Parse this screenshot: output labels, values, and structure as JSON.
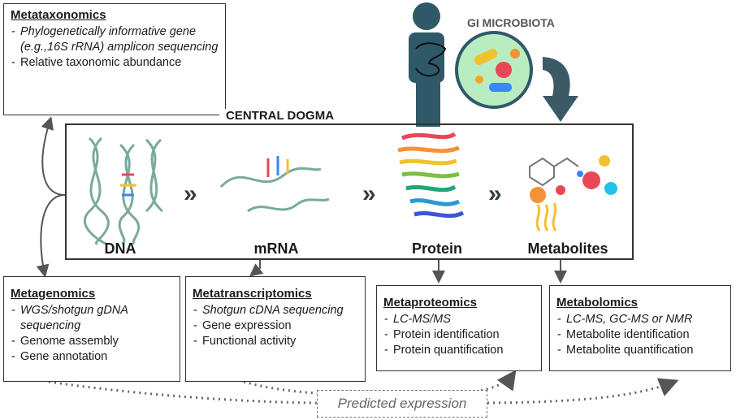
{
  "central_title": "CENTRAL DOGMA",
  "gi_title": "GI MICROBIOTA",
  "stages": [
    "DNA",
    "mRNA",
    "Protein",
    "Metabolites"
  ],
  "chevron": "»",
  "predicted": "Predicted expression",
  "metataxonomics": {
    "title": "Metataxonomics",
    "items": [
      "Phylogenetically informative gene (e.g.,16S rRNA) amplicon sequencing",
      "Relative taxonomic abundance"
    ]
  },
  "metagenomics": {
    "title": "Metagenomics",
    "items": [
      "WGS/shotgun gDNA sequencing",
      "Genome assembly",
      "Gene annotation"
    ]
  },
  "metatranscriptomics": {
    "title": "Metatranscriptomics",
    "items": [
      "Shotgun cDNA sequencing",
      "Gene expression",
      "Functional activity"
    ]
  },
  "metaproteomics": {
    "title": "Metaproteomics",
    "items": [
      "LC-MS/MS",
      "Protein identification",
      "Protein quantification"
    ]
  },
  "metabolomics": {
    "title": "Metabolomics",
    "items": [
      "LC-MS, GC-MS or NMR",
      "Metabolite identification",
      "Metabolite quantification"
    ]
  },
  "colors": {
    "figure": "#2f5968",
    "arrow": "#3c5a66",
    "microbe_bg": "#b9ecc0"
  }
}
